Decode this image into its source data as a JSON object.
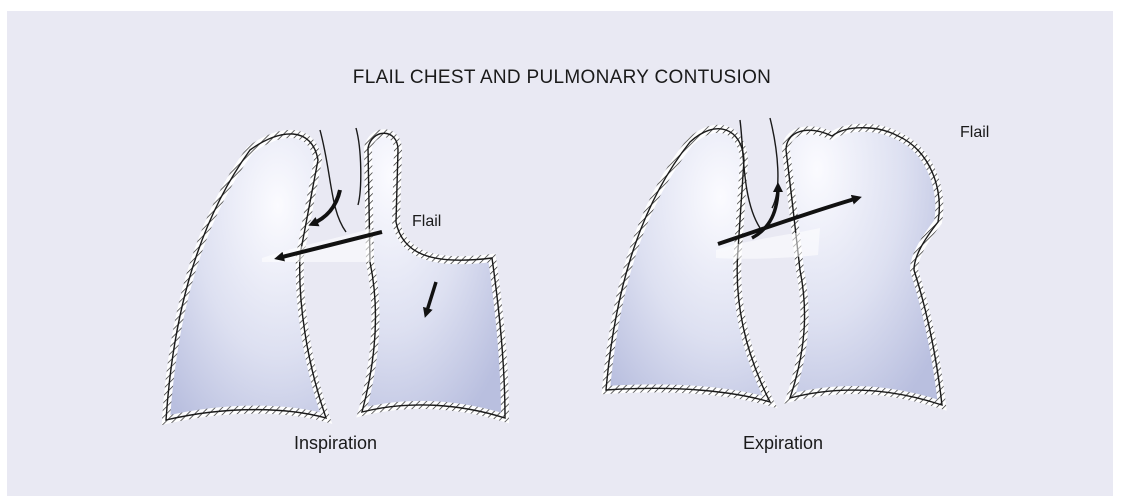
{
  "title": "FLAIL CHEST AND PULMONARY CONTUSION",
  "panels": [
    {
      "caption": "Inspiration",
      "flail_label": "Flail"
    },
    {
      "caption": "Expiration",
      "flail_label": "Flail"
    }
  ],
  "colors": {
    "background": "#e9e9f3",
    "lung_fill_light": "#f8f8ff",
    "lung_fill_dark": "#b9bfdf",
    "outline": "#1a1a1a"
  }
}
